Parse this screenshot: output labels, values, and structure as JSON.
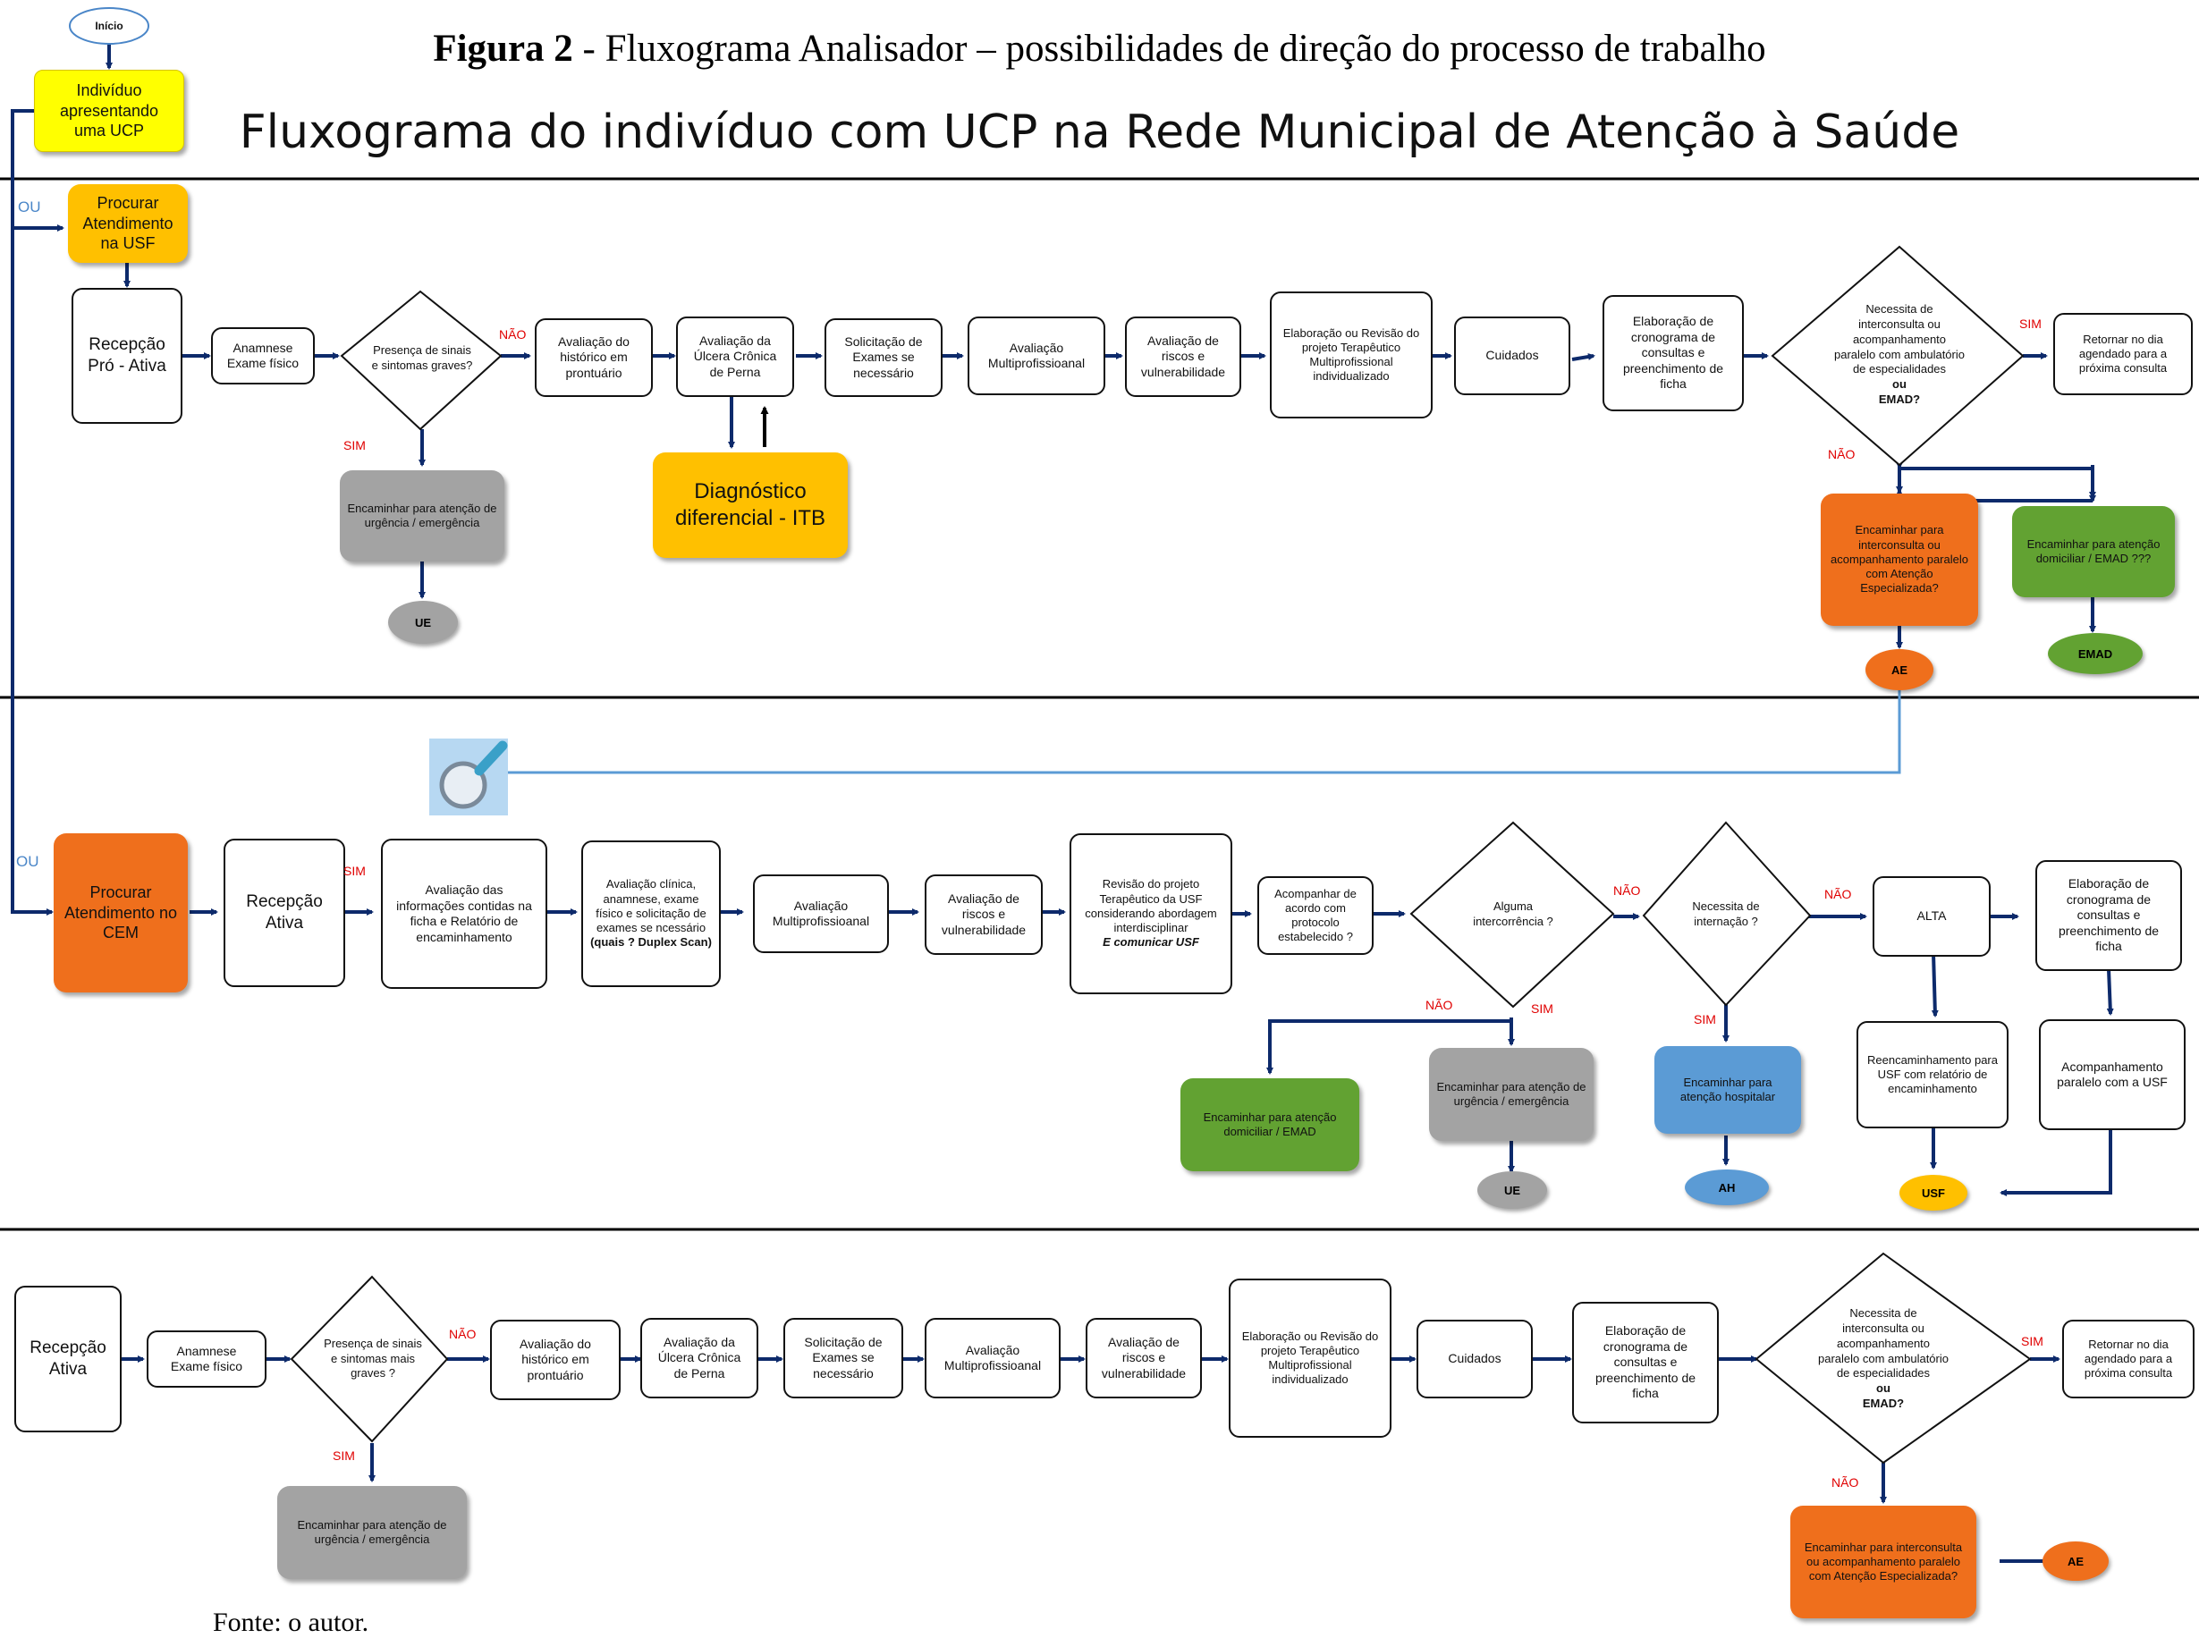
{
  "figure_label": "Figura 2",
  "figure_caption": " - Fluxograma Analisador – possibilidades de direção do processo de trabalho",
  "title": "Fluxograma do indivíduo com UCP na Rede Municipal de Atenção à Saúde",
  "start": "Início",
  "individuo": "Indivíduo apresentando uma UCP",
  "ou_label": "OU",
  "sim": "SIM",
  "nao": "NÃO",
  "lane1": {
    "procurar": "Procurar Atendimento na USF",
    "recepcao": "Recepção Pró - Ativa",
    "anamnese": "Anamnese Exame físico",
    "presenca": "Presença de sinais e sintomas graves?",
    "historico": "Avaliação do histórico em prontuário",
    "ulcera": "Avaliação da Úlcera Crônica de Perna",
    "diagnostico": "Diagnóstico diferencial - ITB",
    "exames": "Solicitação de Exames se necessário",
    "multi": "Avaliação Multiprofissioanal",
    "riscos": "Avaliação de riscos e vulnerabilidade",
    "projeto": "Elaboração ou Revisão do projeto Terapêutico Multiprofissional individualizado",
    "cuidados": "Cuidados",
    "cronograma": "Elaboração de cronograma de consultas e preenchimento de ficha",
    "necessita": "Necessita de interconsulta ou acompanhamento paralelo com ambulatório de especialidades",
    "necessita_ou": "ou",
    "necessita_emad": "EMAD?",
    "retornar": "Retornar no dia agendado para a próxima consulta",
    "urgencia": "Encaminhar para atenção de urgência / emergência",
    "ue": "UE",
    "interconsulta": "Encaminhar para interconsulta ou acompanhamento paralelo com Atenção Especializada?",
    "ae": "AE",
    "domiciliar": "Encaminhar para atenção domiciliar / EMAD ???",
    "emad": "EMAD"
  },
  "lane2": {
    "procurar": "Procurar Atendimento no CEM",
    "recepcao": "Recepção Ativa",
    "informacoes": "Avaliação das informações contidas na ficha e Relatório de encaminhamento",
    "clinica": "Avaliação clínica, anamnese, exame físico e solicitação de exames se ncessário",
    "clinica_bold": "(quais ? Duplex Scan)",
    "multi": "Avaliação Multiprofissioanal",
    "riscos": "Avaliação de riscos e vulnerabilidade",
    "revisao": "Revisão do projeto Terapêutico da USF considerando abordagem interdisciplinar",
    "revisao_bold": "E comunicar USF",
    "acompanhar": "Acompanhar de acordo com protocolo estabelecido ?",
    "intercorrencia": "Alguma intercorrência ?",
    "internacao": "Necessita de internação ?",
    "alta": "ALTA",
    "cronograma": "Elaboração de cronograma de consultas e preenchimento de ficha",
    "domiciliar": "Encaminhar para atenção domiciliar / EMAD",
    "urgencia": "Encaminhar para atenção de urgência / emergência",
    "hospitalar": "Encaminhar para atenção hospitalar",
    "reencaminhamento": "Reencaminhamento para USF com relatório de encaminhamento",
    "acompanhamento": "Acompanhamento paralelo com a USF",
    "ue": "UE",
    "ah": "AH",
    "usf": "USF"
  },
  "lane3": {
    "recepcao": "Recepção Ativa",
    "anamnese": "Anamnese Exame físico",
    "presenca": "Presença de sinais e sintomas mais graves ?",
    "historico": "Avaliação do histórico em prontuário",
    "ulcera": "Avaliação da Úlcera Crônica de Perna",
    "exames": "Solicitação de Exames se necessário",
    "multi": "Avaliação Multiprofissioanal",
    "riscos": "Avaliação de riscos e vulnerabilidade",
    "projeto": "Elaboração ou Revisão do projeto Terapêutico Multiprofissional individualizado",
    "cuidados": "Cuidados",
    "cronograma": "Elaboração de cronograma de consultas e preenchimento de ficha",
    "necessita": "Necessita de interconsulta ou acompanhamento paralelo com ambulatório de especialidades",
    "necessita_ou": "ou",
    "necessita_emad": "EMAD?",
    "retornar": "Retornar no dia agendado para a próxima consulta",
    "urgencia": "Encaminhar para atenção de urgência / emergência",
    "interconsulta": "Encaminhar para interconsulta ou acompanhamento paralelo com Atenção Especializada?",
    "ae": "AE"
  },
  "fonte": "Fonte: o autor.",
  "colors": {
    "arrow": "#0d2a6b",
    "yellow": "#ffff00",
    "gold": "#ffc000",
    "orange": "#ef6f1c",
    "gray": "#a3a3a3",
    "green": "#62a232",
    "blue": "#5b9bd5",
    "link": "#5b9bd5"
  },
  "icons": [
    "search-icon"
  ]
}
